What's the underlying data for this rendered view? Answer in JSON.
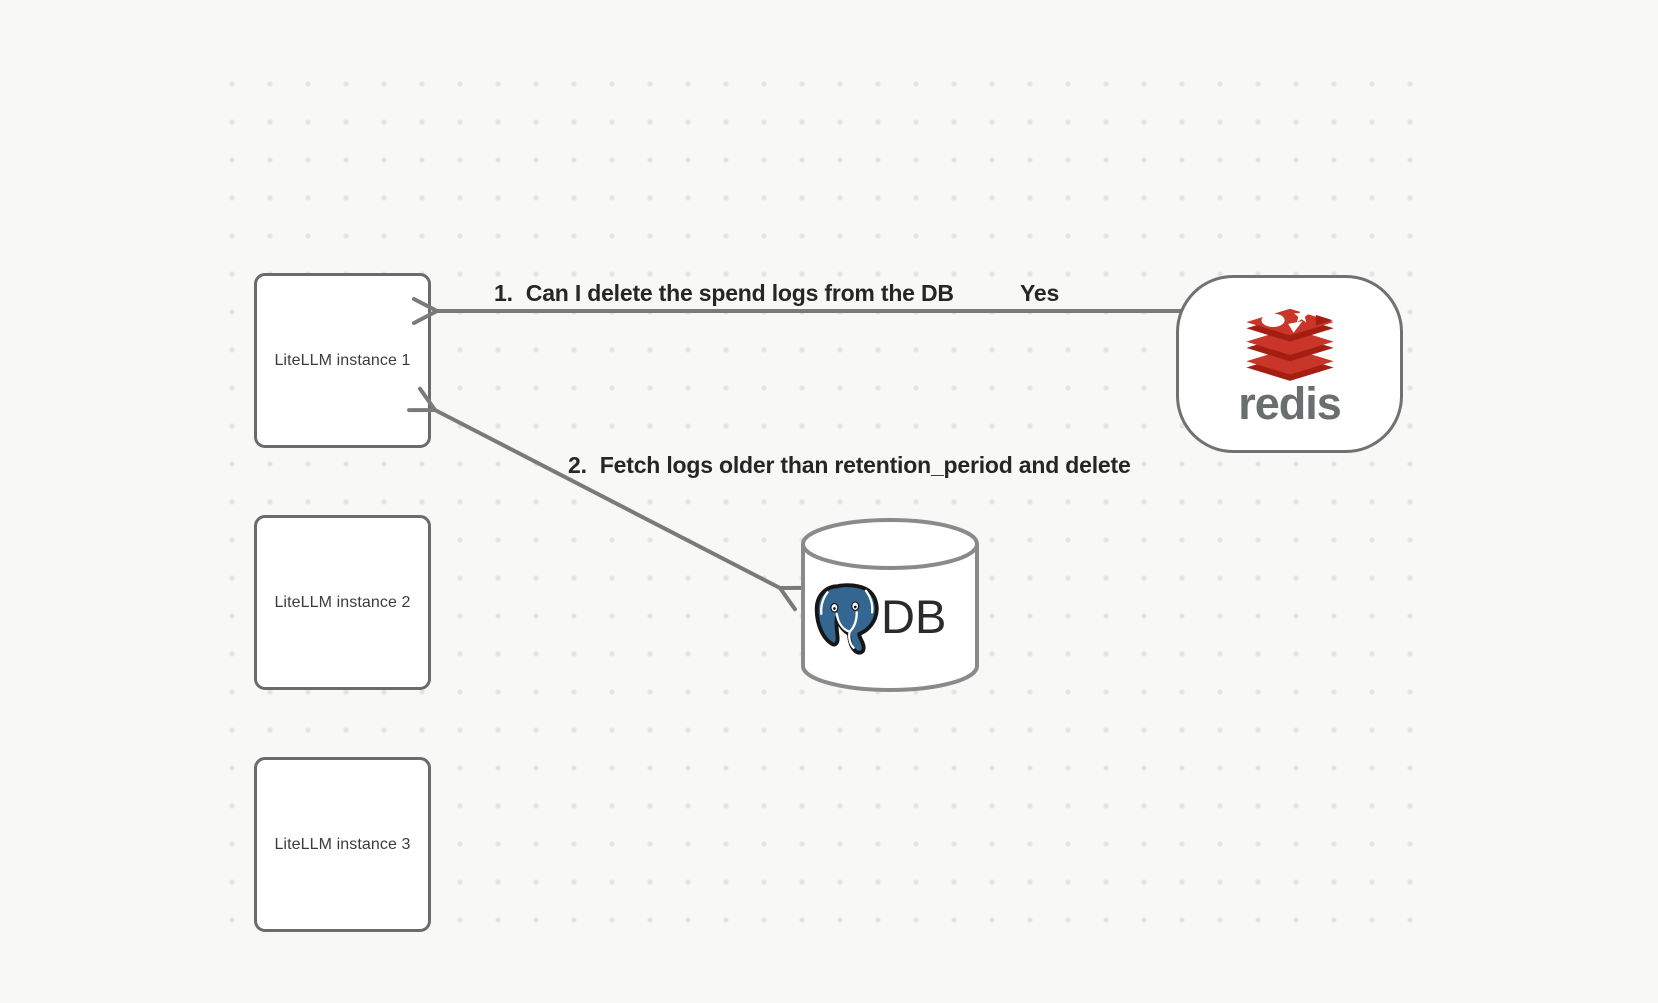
{
  "canvas": {
    "background": "#f8f8f6",
    "dot_color": "#e5e4e2"
  },
  "nodes": {
    "instances": [
      {
        "label": "LiteLLM instance 1"
      },
      {
        "label": "LiteLLM instance 2"
      },
      {
        "label": "LiteLLM instance 3"
      }
    ],
    "redis": {
      "wordmark": "redis"
    },
    "db": {
      "label": "DB"
    }
  },
  "edges": {
    "edge1": {
      "number": "1.",
      "label": "Can I delete the spend logs from the DB",
      "response": "Yes"
    },
    "edge2": {
      "number": "2.",
      "label": "Fetch logs older than retention_period and delete"
    }
  },
  "colors": {
    "redis_red": "#C93528",
    "redis_dark_red": "#A41E11",
    "redis_text": "#6b6e6f",
    "postgres_blue": "#336791",
    "arrow": "#7a7a7a",
    "node_border": "#6b6b6b",
    "label_text": "#262626"
  }
}
